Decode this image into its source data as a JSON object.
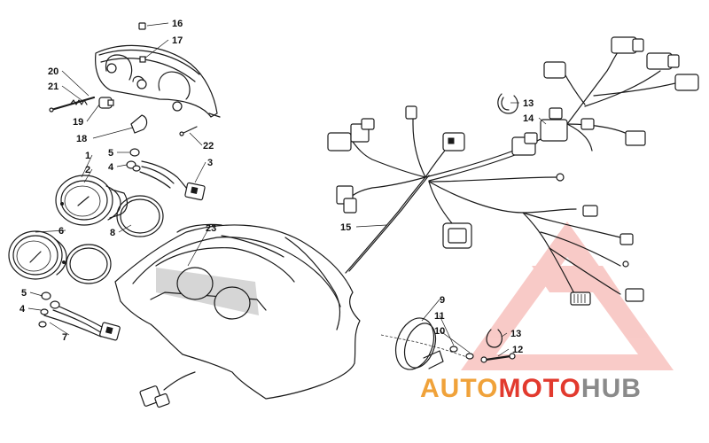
{
  "diagram": {
    "callouts": [
      {
        "id": "c16",
        "label": "16"
      },
      {
        "id": "c17",
        "label": "17"
      },
      {
        "id": "c20",
        "label": "20"
      },
      {
        "id": "c21",
        "label": "21"
      },
      {
        "id": "c19",
        "label": "19"
      },
      {
        "id": "c18",
        "label": "18"
      },
      {
        "id": "c22",
        "label": "22"
      },
      {
        "id": "c1",
        "label": "1"
      },
      {
        "id": "c2",
        "label": "2"
      },
      {
        "id": "c5a",
        "label": "5"
      },
      {
        "id": "c4a",
        "label": "4"
      },
      {
        "id": "c3",
        "label": "3"
      },
      {
        "id": "c8",
        "label": "8"
      },
      {
        "id": "c6",
        "label": "6"
      },
      {
        "id": "c23",
        "label": "23"
      },
      {
        "id": "c5b",
        "label": "5"
      },
      {
        "id": "c4b",
        "label": "4"
      },
      {
        "id": "c7",
        "label": "7"
      },
      {
        "id": "c15",
        "label": "15"
      },
      {
        "id": "c13a",
        "label": "13"
      },
      {
        "id": "c14",
        "label": "14"
      },
      {
        "id": "c9",
        "label": "9"
      },
      {
        "id": "c11",
        "label": "11"
      },
      {
        "id": "c10",
        "label": "10"
      },
      {
        "id": "c13b",
        "label": "13"
      },
      {
        "id": "c12",
        "label": "12"
      }
    ]
  },
  "watermark": {
    "part1": "AUTO",
    "part2": "MOTO",
    "part3": "HUB",
    "colors": {
      "orange": "#f0a23a",
      "red": "#e23a2e",
      "gray": "#8a8a8a"
    }
  }
}
